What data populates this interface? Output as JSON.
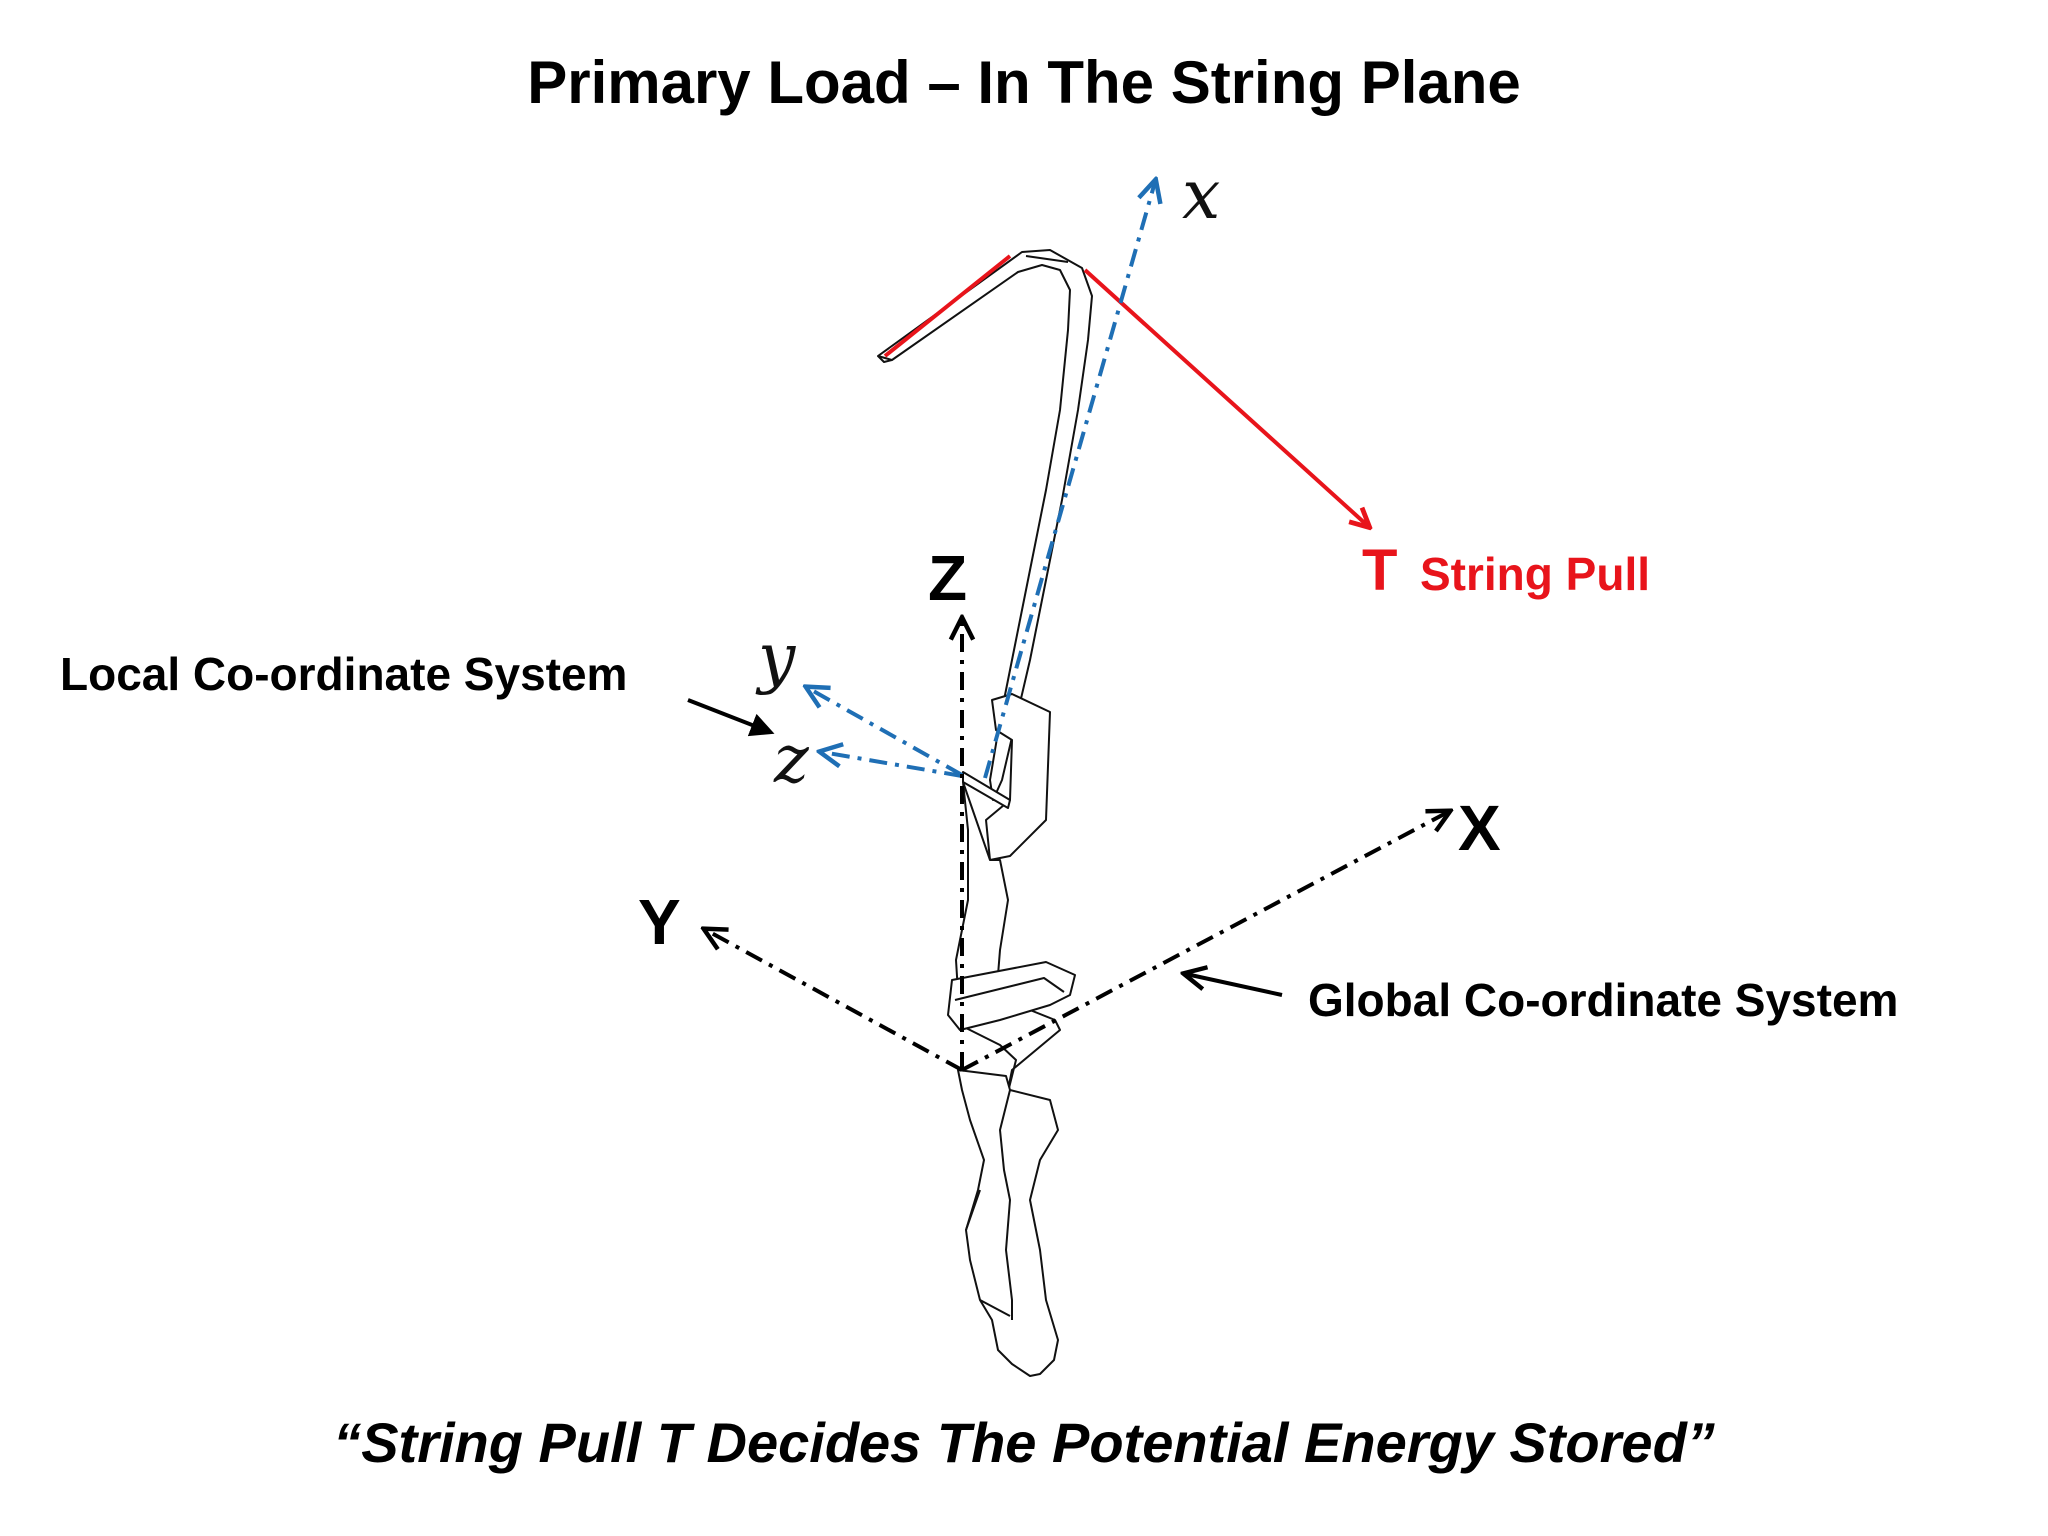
{
  "title": "Primary Load – In The String Plane",
  "caption": "“String Pull T Decides The Potential Energy Stored”",
  "labels": {
    "local_system": "Local Co-ordinate System",
    "global_system": "Global  Co-ordinate System",
    "string_pull_symbol": "T",
    "string_pull_text": "String Pull",
    "local_axis_x": "x",
    "local_axis_y": "y",
    "local_axis_z": "z",
    "global_axis_x": "X",
    "global_axis_y": "Y",
    "global_axis_z": "Z"
  },
  "colors": {
    "local_axes": "#1f6fb5",
    "string_pull": "#e8141b",
    "global_axes": "#000000",
    "outline": "#111111"
  }
}
